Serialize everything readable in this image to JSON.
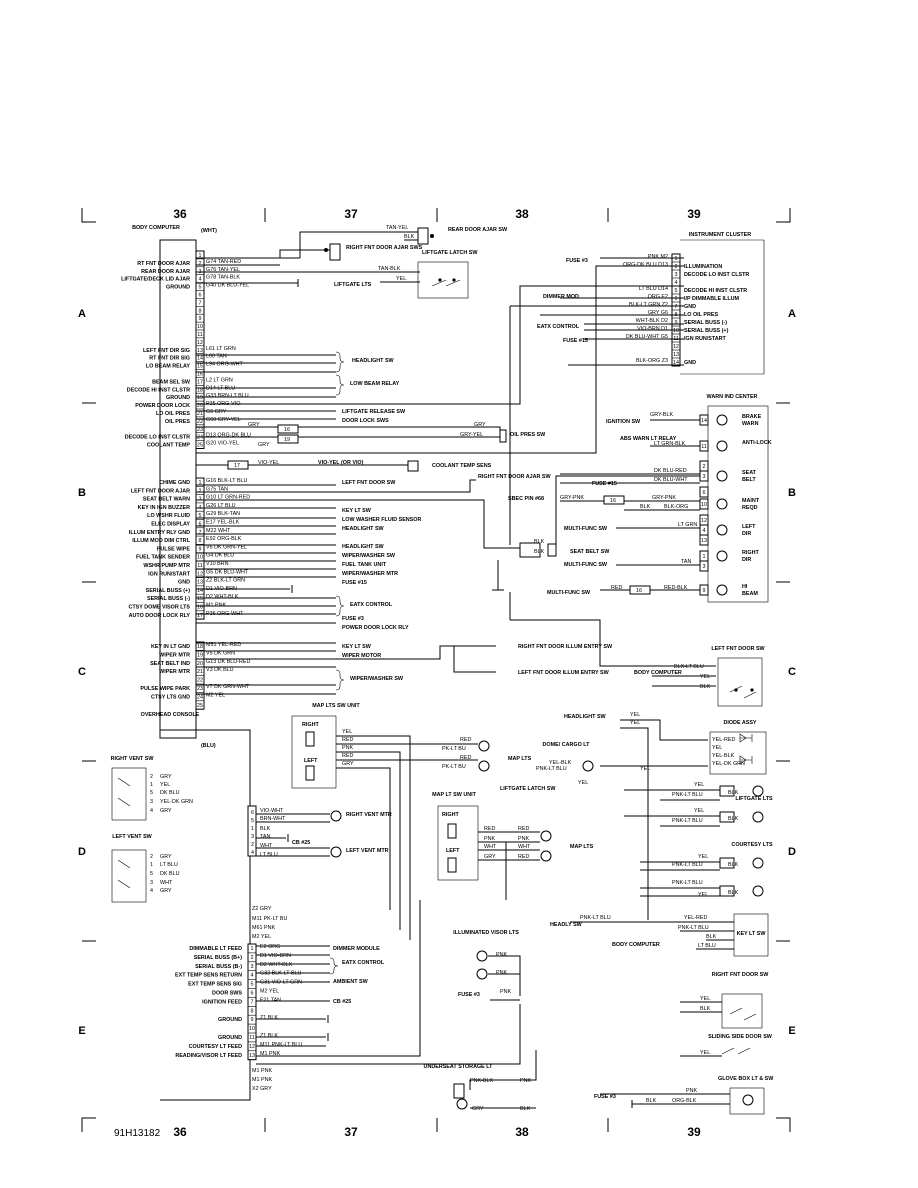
{
  "zones": {
    "top": [
      "36",
      "37",
      "38",
      "39"
    ],
    "bottom": [
      "36",
      "37",
      "38",
      "39"
    ],
    "rows": [
      "A",
      "B",
      "C",
      "D",
      "E"
    ]
  },
  "footer_code": "91H13182",
  "body_computer": {
    "title": "BODY COMPUTER",
    "top_conn": "(WHT)",
    "bot_conn": "(BLU)",
    "grp1": [
      {
        "pin": "1",
        "label": "",
        "wire": ""
      },
      {
        "pin": "2",
        "label": "RT FNT DOOR AJAR",
        "wire": "G74 TAN-RED"
      },
      {
        "pin": "3",
        "label": "REAR DOOR AJAR",
        "wire": "G76 TAN-YEL"
      },
      {
        "pin": "4",
        "label": "LIFTGATE/DECK LID AJAR",
        "wire": "G78 TAN-BLK"
      },
      {
        "pin": "5",
        "label": "GROUND",
        "wire": "G40 DK BLU-YEL"
      },
      {
        "pin": "6",
        "label": "",
        "wire": ""
      },
      {
        "pin": "7",
        "label": "",
        "wire": ""
      },
      {
        "pin": "8",
        "label": "",
        "wire": ""
      },
      {
        "pin": "9",
        "label": "",
        "wire": ""
      },
      {
        "pin": "10",
        "label": "",
        "wire": ""
      },
      {
        "pin": "11",
        "label": "",
        "wire": ""
      },
      {
        "pin": "12",
        "label": "",
        "wire": ""
      },
      {
        "pin": "13",
        "label": "LEFT FNT DIR SIG",
        "wire": "L61 LT GRN"
      },
      {
        "pin": "14",
        "label": "RT FNT DIR SIG",
        "wire": "L60 TAN"
      },
      {
        "pin": "15",
        "label": "LO BEAM RELAY",
        "wire": "L94 ORG-WHT"
      },
      {
        "pin": "16",
        "label": "",
        "wire": ""
      },
      {
        "pin": "17",
        "label": "BEAM SEL SW",
        "wire": "L2 LT GRN"
      },
      {
        "pin": "18",
        "label": "DECODE HI INST CLSTR",
        "wire": "D14 LT BLU"
      },
      {
        "pin": "19",
        "label": "GROUND",
        "wire": "G33 BRN-LT BLU"
      },
      {
        "pin": "20",
        "label": "POWER DOOR LOCK",
        "wire": "P35 ORG-VIO"
      },
      {
        "pin": "21",
        "label": "LO OIL PRES",
        "wire": "G6 GRY"
      },
      {
        "pin": "22",
        "label": "OIL PRES",
        "wire": "G60 GRY-YEL"
      },
      {
        "pin": "23",
        "label": "",
        "wire": ""
      },
      {
        "pin": "24",
        "label": "DECODE LO INST CLSTR",
        "wire": "D13 ORG-DK BLU"
      },
      {
        "pin": "25",
        "label": "COOLANT TEMP",
        "wire": "G20 VIO-YEL"
      }
    ],
    "grp2": [
      {
        "pin": "1",
        "label": "CHIME GND",
        "wire": "G16 BLK-LT BLU"
      },
      {
        "pin": "2",
        "label": "LEFT FNT DOOR AJAR",
        "wire": "G75 TAN"
      },
      {
        "pin": "3",
        "label": "SEAT BELT WARN",
        "wire": "G10 LT GRN-RED"
      },
      {
        "pin": "4",
        "label": "KEY IN IGN BUZZER",
        "wire": "G26 LT BLU"
      },
      {
        "pin": "5",
        "label": "LO WSHR FLUID",
        "wire": "G29 BLK-TAN"
      },
      {
        "pin": "6",
        "label": "ELEC DISPLAY",
        "wire": "E17 YEL-BLK"
      },
      {
        "pin": "7",
        "label": "ILLUM ENTRY RLY GND",
        "wire": "M22 WHT"
      },
      {
        "pin": "8",
        "label": "ILLUM MOD DIM CTRL",
        "wire": "E92 ORG-BLK"
      },
      {
        "pin": "9",
        "label": "PULSE WIPE",
        "wire": "V6 DK GRN-YEL"
      },
      {
        "pin": "10",
        "label": "FUEL TANK SENDER",
        "wire": "G4 DK BLU"
      },
      {
        "pin": "11",
        "label": "WSHR PUMP MTR",
        "wire": "V10 BRN"
      },
      {
        "pin": "12",
        "label": "IGN RUN/START",
        "wire": "G5 DK BLU-WHT"
      },
      {
        "pin": "13",
        "label": "GND",
        "wire": "Z2 BLK-LT GRN"
      },
      {
        "pin": "14",
        "label": "SERIAL BUSS (+)",
        "wire": "D1 VIO-BRN"
      },
      {
        "pin": "15",
        "label": "SERIAL BUSS (-)",
        "wire": "D2 WHT-BLK"
      },
      {
        "pin": "16",
        "label": "CTSY DOME VISOR LTS",
        "wire": "M1 PNK"
      },
      {
        "pin": "17",
        "label": "AUTO DOOR LOCK RLY",
        "wire": "P36 ORG-WHT"
      }
    ],
    "grp3": [
      {
        "pin": "18",
        "label": "KEY IN LT GND",
        "wire": "M51 YEL-RED"
      },
      {
        "pin": "19",
        "label": "WIPER MTR",
        "wire": "V5 DK GRN"
      },
      {
        "pin": "20",
        "label": "SEAT BELT IND",
        "wire": "G13 DK BLU-RED"
      },
      {
        "pin": "21",
        "label": "WIPER MTR",
        "wire": "V3 DK BLU"
      },
      {
        "pin": "22",
        "label": "",
        "wire": ""
      },
      {
        "pin": "23",
        "label": "PULSE WIPE PARK",
        "wire": "V7 DK GRN-WHT"
      },
      {
        "pin": "24",
        "label": "CTSY LTS GND",
        "wire": "M2 YEL"
      },
      {
        "pin": "25",
        "label": "",
        "wire": ""
      }
    ]
  },
  "right_labels": {
    "rt_door_ajar": "RIGHT FNT DOOR AJAR SWS",
    "rear_door_ajar": "REAR DOOR AJAR SW",
    "liftgate_latch": "LIFTGATE LATCH SW",
    "liftgate_lts": "LIFTGATE LTS",
    "headlight_sw": "HEADLIGHT SW",
    "low_beam_relay": "LOW BEAM RELAY",
    "liftgate_release": "LIFTGATE RELEASE SW",
    "door_lock_sws": "DOOR LOCK SWS",
    "oil_pres_sw": "OIL PRES SW",
    "coolant_temp": "COOLANT TEMP SENS",
    "vio_yel": "VIO-YEL (OR VIO)",
    "left_fnt_door_sw": "LEFT FNT DOOR SW",
    "rt_fnt_door_ajar": "RIGHT FNT DOOR AJAR SW",
    "key_lt_sw": "KEY LT SW",
    "low_washer": "LOW WASHER FLUID SENSOR",
    "headlight_sw2": "HEADLIGHT SW",
    "headlight_sw3": "HEADLIGHT SW",
    "wiper_washer": "WIPER/WASHER SW",
    "fuel_tank": "FUEL TANK UNIT",
    "wiper_washer_mtr": "WIPER/WASHER MTR",
    "fuse15": "FUSE #15",
    "eatx": "EATX CONTROL",
    "fuse3": "FUSE #3",
    "power_door_lock": "POWER DOOR LOCK RLY",
    "key_lt_sw2": "KEY LT SW",
    "wiper_motor": "WIPER MOTOR",
    "wiper_washer_sw": "WIPER/WASHER SW",
    "rt_illum": "RIGHT FNT DOOR ILLUM ENTRY SW",
    "lt_illum": "LEFT FNT DOOR ILLUM ENTRY SW",
    "seat_belt_sw": "SEAT BELT SW"
  },
  "instrument_cluster": {
    "title": "INSTRUMENT CLUSTER",
    "pins": [
      {
        "pin": "1",
        "label": "",
        "wire": "PNK M2"
      },
      {
        "pin": "2",
        "label": "ILLUMINATION",
        "wire": "ORG-DK BLU D13"
      },
      {
        "pin": "3",
        "label": "DECODE LO INST CLSTR",
        "wire": ""
      },
      {
        "pin": "4",
        "label": "",
        "wire": ""
      },
      {
        "pin": "5",
        "label": "DECODE HI INST CLSTR",
        "wire": "LT BLU D14"
      },
      {
        "pin": "6",
        "label": "I/P DIMMABLE ILLUM",
        "wire": "ORG E2"
      },
      {
        "pin": "7",
        "label": "GND",
        "wire": "BLK-LT GRN Z2"
      },
      {
        "pin": "8",
        "label": "LO OIL PRES",
        "wire": "GRY G6"
      },
      {
        "pin": "9",
        "label": "SERIAL BUSS (-)",
        "wire": "WHT-BLK D2"
      },
      {
        "pin": "10",
        "label": "SERIAL BUSS (+)",
        "wire": "VIO-BRN D1"
      },
      {
        "pin": "11",
        "label": "IGN RUN/START",
        "wire": "DK BLU-WHT G5"
      },
      {
        "pin": "12",
        "label": "",
        "wire": ""
      },
      {
        "pin": "13",
        "label": "",
        "wire": ""
      },
      {
        "pin": "14",
        "label": "GND",
        "wire": "BLK-ORG Z3"
      }
    ],
    "fuse3": "FUSE #3",
    "dimmer_mod": "DIMMER MOD",
    "eatx": "EATX CONTROL",
    "fuse15": "FUSE #15"
  },
  "warn_ind": {
    "title": "WARN IND CENTER",
    "items": [
      {
        "pin": "14",
        "label": "BRAKE WARN"
      },
      {
        "pin": "11",
        "label": "ANTI-LOCK"
      },
      {
        "pin": "2",
        "label": ""
      },
      {
        "pin": "3",
        "label": "SEAT BELT"
      },
      {
        "pin": "6",
        "label": ""
      },
      {
        "pin": "10",
        "label": "MAINT REQD"
      },
      {
        "pin": "12",
        "label": ""
      },
      {
        "pin": "4",
        "label": "LEFT DIR"
      },
      {
        "pin": "13",
        "label": ""
      },
      {
        "pin": "1",
        "label": "RIGHT DIR"
      },
      {
        "pin": "3",
        "label": ""
      },
      {
        "pin": "9",
        "label": "HI BEAM"
      }
    ],
    "ignition_sw": "IGNITION SW",
    "abs_relay": "ABS WARN LT RELAY",
    "fuse15": "FUSE #15",
    "sbec": "SBEC PIN #68",
    "multi1": "MULTI-FUNC SW",
    "multi2": "MULTI-FUNC SW",
    "multi3": "MULTI-FUNC SW",
    "w_gry_blk": "GRY-BLK",
    "w_lt_grn_blk": "LT GRN-BLK",
    "w_dk_blu_red": "DK BLU-RED",
    "w_dk_blu_wht": "DK BLU-WHT",
    "w_gry_pnk": "GRY-PNK",
    "w_blk_org": "BLK-ORG",
    "w_lt_grn": "LT GRN",
    "w_tan": "TAN",
    "w_red_blk": "RED-BLK"
  },
  "left_fnt_door_sw": "LEFT FNT DOOR SW",
  "diode_assy": "DIODE ASSY",
  "liftgate_lts": "LIFTGATE LTS",
  "courtesy_lts": "COURTESY LTS",
  "key_lt_sw": "KEY LT SW",
  "rt_fnt_door_sw": "RIGHT FNT DOOR SW",
  "sliding_side": "SLIDING SIDE DOOR SW",
  "glove_box": "GLOVE BOX LT & SW",
  "dome_cargo": "DOME/ CARGO LT",
  "headlight_sw": "HEADLIGHT SW",
  "liftgate_latch_sw": "LIFTGATE LATCH SW",
  "body_computer_ref": "BODY COMPUTER",
  "headly_sw": "HEADLY SW",
  "map_lts_sw_unit": "MAP LTS SW UNIT",
  "map_lt_sw_unit": "MAP LT SW UNIT",
  "map_lts": "MAP LTS",
  "overhead_console": "OVERHEAD CONSOLE",
  "right_vent_sw": "RIGHT VENT SW",
  "left_vent_sw": "LEFT VENT SW",
  "right_vent_mtr": "RIGHT VENT MTR",
  "left_vent_mtr": "LEFT VENT MTR",
  "cb25": "CB #25",
  "illuminated_visor": "ILLUMINATED VISOR LTS",
  "underseat": "UNDERSEAT STORAGE LT",
  "overhead_pins": [
    {
      "pin": "1",
      "label": "DIMMABLE LT FEED",
      "wire": "E2 ORG"
    },
    {
      "pin": "2",
      "label": "SERIAL BUSS (B+)",
      "wire": "D1 VIO-BRN"
    },
    {
      "pin": "3",
      "label": "SERIAL BUSS (B-)",
      "wire": "D2 WHT-BLK"
    },
    {
      "pin": "4",
      "label": "EXT TEMP SENS RETURN",
      "wire": "G32 BLK-LT BLU"
    },
    {
      "pin": "5",
      "label": "EXT TEMP SENS SIG",
      "wire": "G31 VIO-LT GRN"
    },
    {
      "pin": "6",
      "label": "DOOR SWS",
      "wire": "M2 YEL"
    },
    {
      "pin": "7",
      "label": "IGNITION FEED",
      "wire": "F21 TAN"
    },
    {
      "pin": "8",
      "label": "",
      "wire": ""
    },
    {
      "pin": "9",
      "label": "GROUND",
      "wire": "Z1 BLK"
    },
    {
      "pin": "10",
      "label": "",
      "wire": ""
    },
    {
      "pin": "11",
      "label": "GROUND",
      "wire": "Z1 BLK"
    },
    {
      "pin": "12",
      "label": "COURTESY LT FEED",
      "wire": "M11 PNK-LT BLU"
    },
    {
      "pin": "13",
      "label": "READING/VISOR LT FEED",
      "wire": "M1 PNK"
    }
  ],
  "overhead_right": {
    "dimmer": "DIMMER MODULE",
    "eatx": "EATX CONTROL",
    "ambient": "AMBIENT SW",
    "cb25": "CB #25"
  },
  "overhead_up_wires": [
    "Z2 GRY",
    "M11 PK-LT BU",
    "M61 PNK",
    "M2 YEL"
  ],
  "overhead_dn_wires": [
    "M1 PNK",
    "M1 PNK",
    "X2 GRY"
  ]
}
